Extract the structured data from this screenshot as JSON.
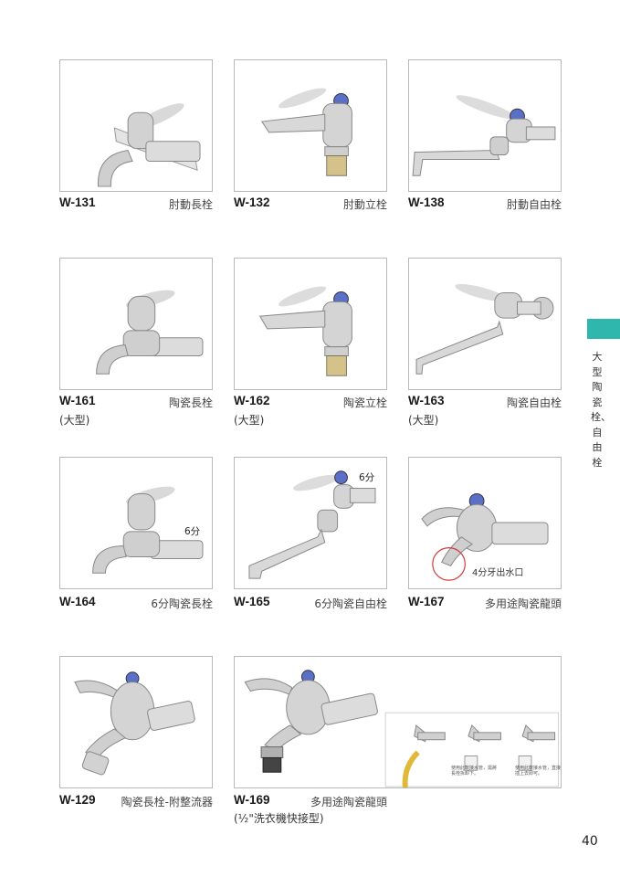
{
  "products": [
    {
      "model": "W-131",
      "name": "肘動長栓"
    },
    {
      "model": "W-132",
      "name": "肘動立栓"
    },
    {
      "model": "W-138",
      "name": "肘動自由栓"
    },
    {
      "model": "W-161",
      "name": "陶瓷長栓",
      "sub": "(大型)"
    },
    {
      "model": "W-162",
      "name": "陶瓷立栓",
      "sub": "(大型)"
    },
    {
      "model": "W-163",
      "name": "陶瓷自由栓",
      "sub": "(大型)"
    },
    {
      "model": "W-164",
      "name": "6分陶瓷長栓",
      "tag": "6分"
    },
    {
      "model": "W-165",
      "name": "6分陶瓷自由栓",
      "tag": "6分"
    },
    {
      "model": "W-167",
      "name": "多用途陶瓷龍頭",
      "callout": "4分牙出水口"
    },
    {
      "model": "W-129",
      "name": "陶瓷長栓-附整流器"
    },
    {
      "model": "W-169",
      "name": "多用途陶瓷龍頭",
      "sub": "(½\"洗衣機快接型)",
      "notes": [
        "使用此軟接水管，需將長栓拆卸下。",
        "使用此軟接水管，直接插上去即可。"
      ]
    }
  ],
  "side_label": "大型陶瓷栓、自由栓",
  "page_number": "40",
  "accent_color": "#2fb6ad"
}
